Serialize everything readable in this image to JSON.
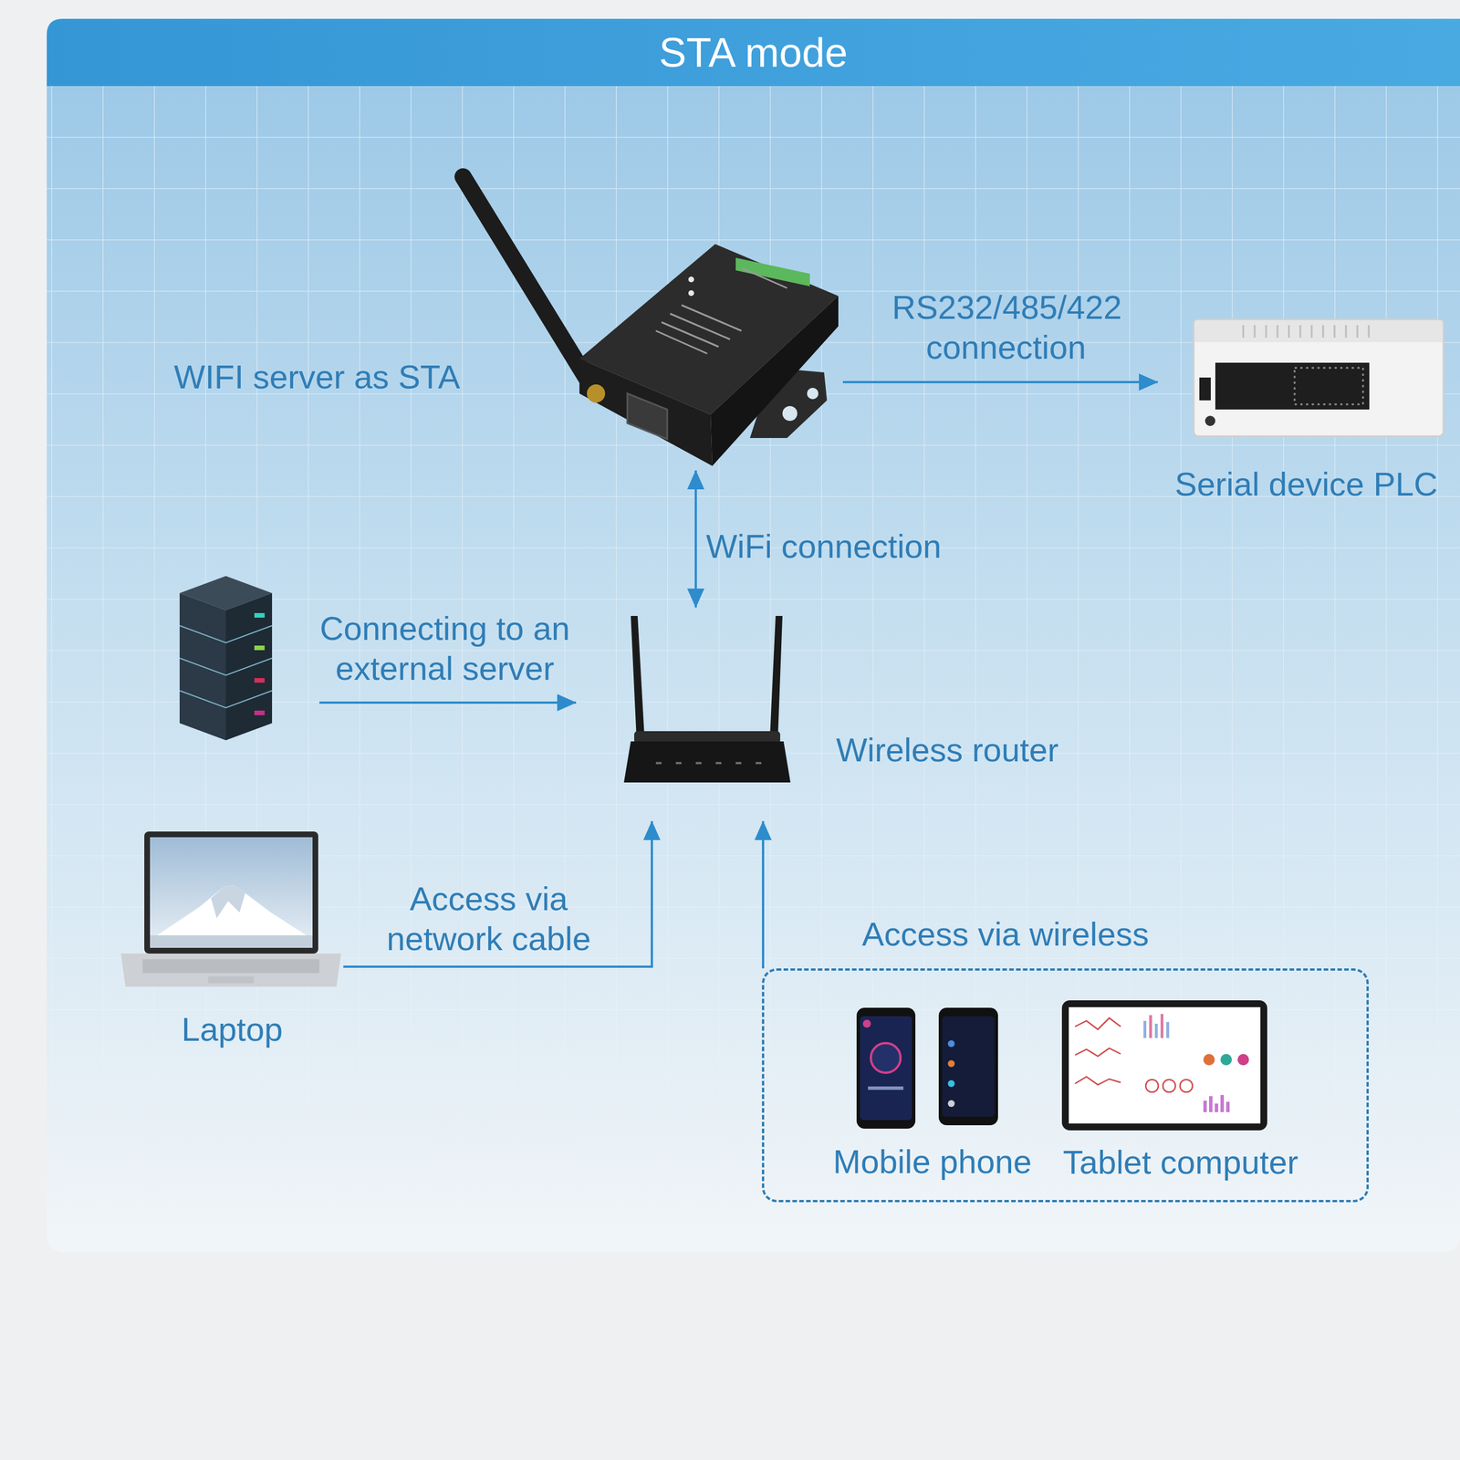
{
  "diagram": {
    "title": "STA mode",
    "nodes": [
      {
        "text": [
          "WIFI server as STA"
        ]
      },
      {
        "text": [
          "Serial device PLC"
        ]
      },
      {
        "text": [
          "Wireless router"
        ]
      },
      {
        "text": []
      },
      {
        "text": [
          "Laptop"
        ]
      },
      {
        "text": []
      },
      {
        "text": [
          "Mobile phone"
        ],
        "in": 5
      },
      {
        "text": [
          "Tablet computer"
        ],
        "in": 5
      }
    ],
    "edges": [
      {
        "from": 0,
        "to": 1,
        "label": "RS232/485/422 connection",
        "arrow": "to"
      },
      {
        "from": 0,
        "to": 2,
        "label": "WiFi connection",
        "arrow": "both"
      },
      {
        "from": 3,
        "to": 2,
        "label": "Connecting to an external server",
        "arrow": "to"
      },
      {
        "from": 4,
        "to": 2,
        "label": "Access via network cable",
        "arrow": "to"
      },
      {
        "from": 5,
        "to": 2,
        "label": "Access via wireless",
        "arrow": "to"
      }
    ]
  }
}
